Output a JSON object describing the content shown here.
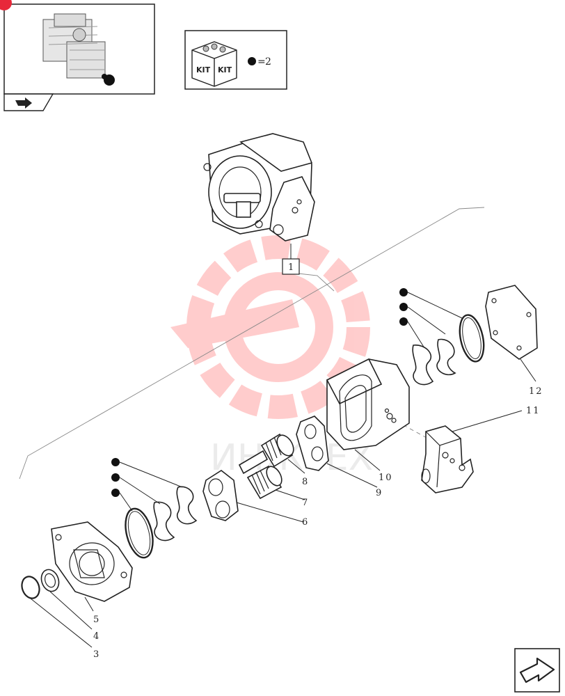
{
  "kit_legend": {
    "kit_label_1": "KIT",
    "kit_label_2": "KIT",
    "equals": "=",
    "quantity": "2"
  },
  "callouts": [
    {
      "id": "1",
      "label": "1"
    },
    {
      "id": "3",
      "label": "3"
    },
    {
      "id": "4",
      "label": "4"
    },
    {
      "id": "5",
      "label": "5"
    },
    {
      "id": "6",
      "label": "6"
    },
    {
      "id": "7",
      "label": "7"
    },
    {
      "id": "8",
      "label": "8"
    },
    {
      "id": "9",
      "label": "9"
    },
    {
      "id": "10",
      "label": "10"
    },
    {
      "id": "11",
      "label": "11"
    },
    {
      "id": "12",
      "label": "12"
    }
  ],
  "watermark": {
    "text": "ИНЖТЕХ"
  },
  "icons": {
    "thumbnail": "engine-thumbnail-icon",
    "back": "back-arrow-icon",
    "next": "next-page-arrow-icon",
    "kit": "kit-box-icon"
  },
  "colors": {
    "watermark": "#ff6b6b",
    "badge": "#e8283a",
    "ink": "#222222"
  }
}
